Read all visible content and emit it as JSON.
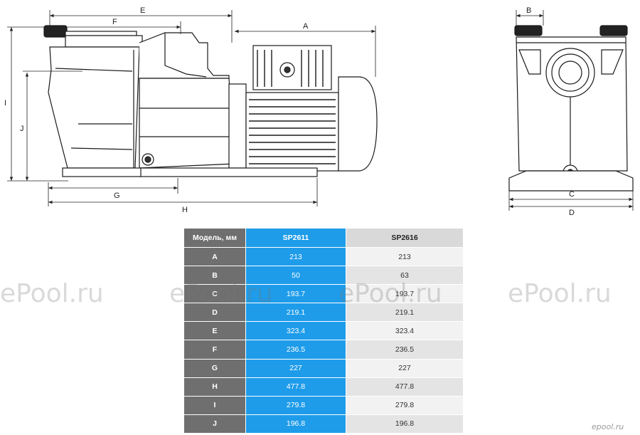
{
  "dimension_labels": {
    "A": "A",
    "B": "B",
    "C": "C",
    "D": "D",
    "E": "E",
    "F": "F",
    "G": "G",
    "H": "H",
    "I": "I",
    "J": "J"
  },
  "table": {
    "header": {
      "label": "Модель, мм",
      "col1": "SP2611",
      "col2": "SP2616"
    },
    "rows": [
      {
        "label": "A",
        "col1": "213",
        "col2": "213"
      },
      {
        "label": "B",
        "col1": "50",
        "col2": "63"
      },
      {
        "label": "C",
        "col1": "193.7",
        "col2": "193.7"
      },
      {
        "label": "D",
        "col1": "219.1",
        "col2": "219.1"
      },
      {
        "label": "E",
        "col1": "323.4",
        "col2": "323.4"
      },
      {
        "label": "F",
        "col1": "236.5",
        "col2": "236.5"
      },
      {
        "label": "G",
        "col1": "227",
        "col2": "227"
      },
      {
        "label": "H",
        "col1": "477.8",
        "col2": "477.8"
      },
      {
        "label": "I",
        "col1": "279.8",
        "col2": "279.8"
      },
      {
        "label": "J",
        "col1": "196.8",
        "col2": "196.8"
      }
    ]
  },
  "watermark": "ePool.ru",
  "logo": "epool.ru",
  "colors": {
    "accent": "#1e9cea",
    "label_bg": "#6f6f6f",
    "header_gray": "#d9d9d9"
  }
}
